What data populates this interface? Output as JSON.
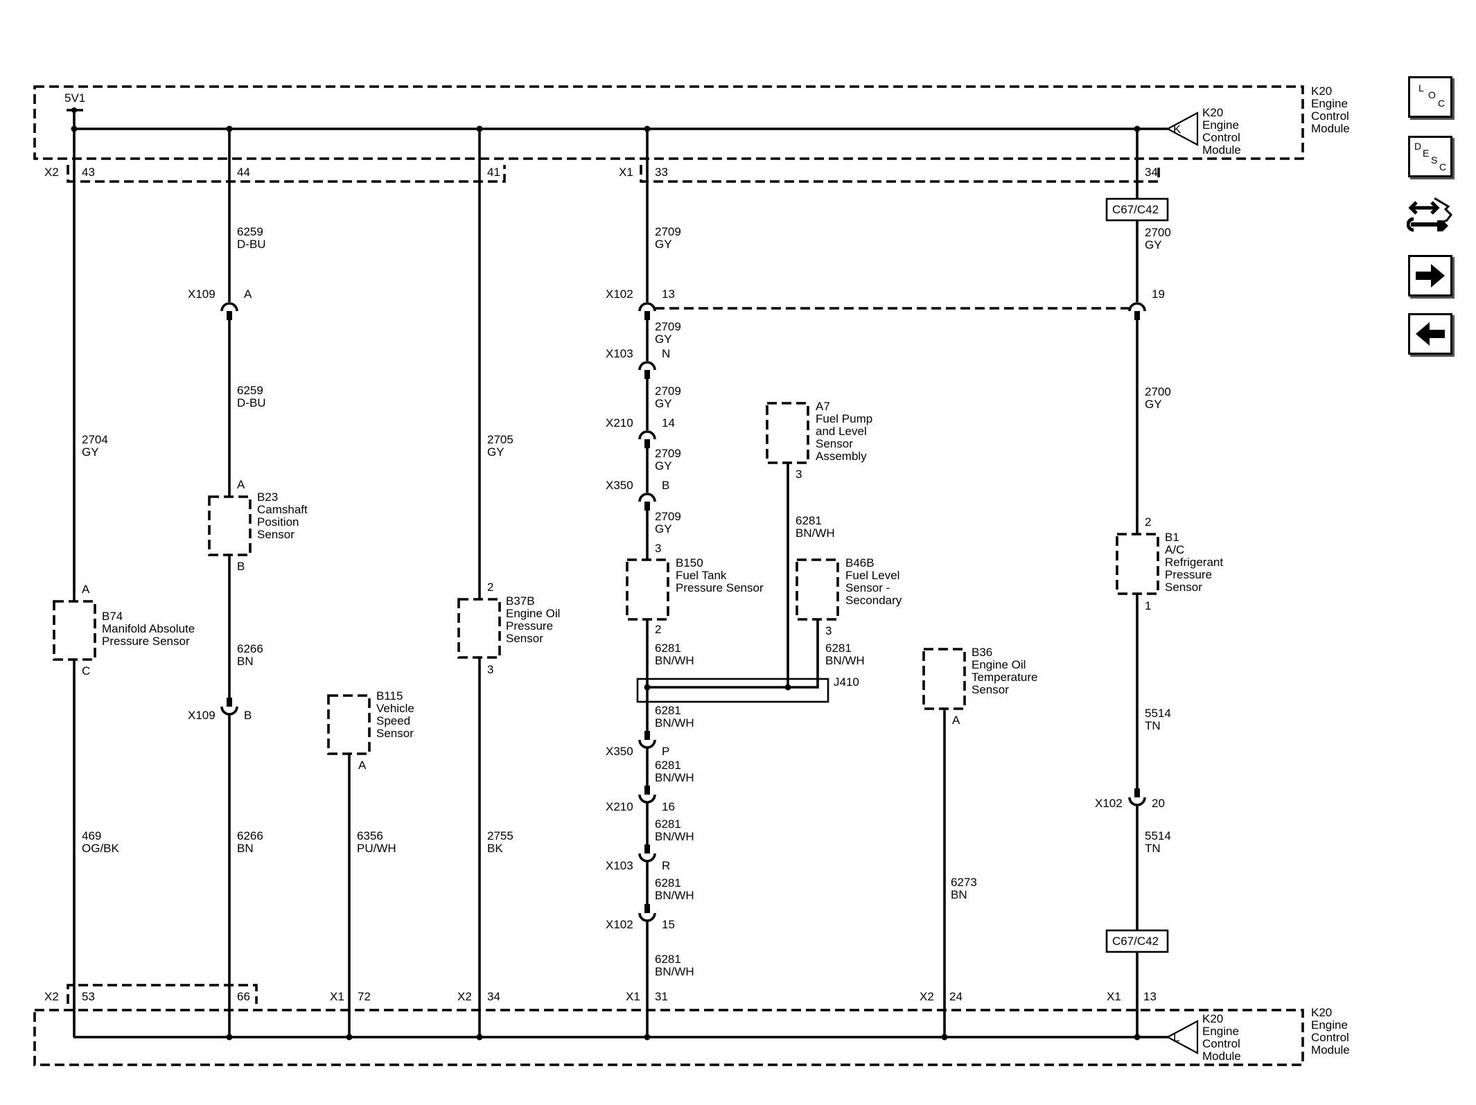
{
  "module": {
    "top_label": [
      "K20",
      "Engine",
      "Control",
      "Module"
    ],
    "bottom_label": [
      "K20",
      "Engine",
      "Control",
      "Module"
    ],
    "top_arrow": "K",
    "bottom_arrow": "L",
    "top_arrow_label": [
      "K20",
      "Engine",
      "Control",
      "Module"
    ],
    "bottom_arrow_label": [
      "K20",
      "Engine",
      "Control",
      "Module"
    ],
    "ref_voltage": "5V1",
    "top_pins": [
      {
        "connector": "X2",
        "pin": "43"
      },
      {
        "connector": "",
        "pin": "44"
      },
      {
        "connector": "",
        "pin": "41"
      },
      {
        "connector": "X1",
        "pin": "33"
      },
      {
        "connector": "",
        "pin": "34"
      }
    ],
    "bottom_pins": [
      {
        "connector": "X2",
        "pin": "53"
      },
      {
        "connector": "",
        "pin": "66"
      },
      {
        "connector": "X1",
        "pin": "72"
      },
      {
        "connector": "X2",
        "pin": "34"
      },
      {
        "connector": "X1",
        "pin": "31"
      },
      {
        "connector": "X2",
        "pin": "24"
      },
      {
        "connector": "X1",
        "pin": "13"
      }
    ]
  },
  "components": [
    {
      "id": "B74",
      "lines": [
        "B74",
        "Manifold Absolute",
        "Pressure Sensor"
      ],
      "pin_top": "A",
      "pin_bottom": "C"
    },
    {
      "id": "B23",
      "lines": [
        "B23",
        "Camshaft",
        "Position",
        "Sensor"
      ],
      "pin_top": "A",
      "pin_bottom": "B"
    },
    {
      "id": "B115",
      "lines": [
        "B115",
        "Vehicle",
        "Speed",
        "Sensor"
      ],
      "pin_bottom": "A"
    },
    {
      "id": "B37B",
      "lines": [
        "B37B",
        "Engine Oil",
        "Pressure",
        "Sensor"
      ],
      "pin_top": "2",
      "pin_bottom": "3"
    },
    {
      "id": "B150",
      "lines": [
        "B150",
        "Fuel Tank",
        "Pressure Sensor"
      ],
      "pin_top": "3",
      "pin_bottom": "2"
    },
    {
      "id": "A7",
      "lines": [
        "A7",
        "Fuel Pump",
        "and Level",
        "Sensor",
        "Assembly"
      ],
      "pin_bottom": "3"
    },
    {
      "id": "B46B",
      "lines": [
        "B46B",
        "Fuel Level",
        "Sensor -",
        "Secondary"
      ],
      "pin_bottom": "3"
    },
    {
      "id": "B36",
      "lines": [
        "B36",
        "Engine Oil",
        "Temperature",
        "Sensor"
      ],
      "pin_bottom": "A"
    },
    {
      "id": "B1",
      "lines": [
        "B1",
        "A/C",
        "Refrigerant",
        "Pressure",
        "Sensor"
      ],
      "pin_top": "2",
      "pin_bottom": "1"
    }
  ],
  "wires": [
    {
      "circuit": "2704",
      "color": "GY"
    },
    {
      "circuit": "469",
      "color": "OG/BK"
    },
    {
      "circuit": "6259",
      "color": "D-BU"
    },
    {
      "circuit": "6259",
      "color": "D-BU"
    },
    {
      "circuit": "6266",
      "color": "BN"
    },
    {
      "circuit": "6266",
      "color": "BN"
    },
    {
      "circuit": "6356",
      "color": "PU/WH"
    },
    {
      "circuit": "2705",
      "color": "GY"
    },
    {
      "circuit": "2755",
      "color": "BK"
    },
    {
      "circuit": "2709",
      "color": "GY"
    },
    {
      "circuit": "2709",
      "color": "GY"
    },
    {
      "circuit": "2709",
      "color": "GY"
    },
    {
      "circuit": "2709",
      "color": "GY"
    },
    {
      "circuit": "2709",
      "color": "GY"
    },
    {
      "circuit": "6281",
      "color": "BN/WH"
    },
    {
      "circuit": "6281",
      "color": "BN/WH"
    },
    {
      "circuit": "6281",
      "color": "BN/WH"
    },
    {
      "circuit": "6281",
      "color": "BN/WH"
    },
    {
      "circuit": "6281",
      "color": "BN/WH"
    },
    {
      "circuit": "6281",
      "color": "BN/WH"
    },
    {
      "circuit": "6281",
      "color": "BN/WH"
    },
    {
      "circuit": "6281",
      "color": "BN/WH"
    },
    {
      "circuit": "6273",
      "color": "BN"
    },
    {
      "circuit": "2700",
      "color": "GY"
    },
    {
      "circuit": "2700",
      "color": "GY"
    },
    {
      "circuit": "5514",
      "color": "TN"
    },
    {
      "circuit": "5514",
      "color": "TN"
    }
  ],
  "connectors": [
    {
      "name": "X109",
      "pin": "A"
    },
    {
      "name": "X109",
      "pin": "B"
    },
    {
      "name": "X102",
      "pin": "13"
    },
    {
      "name": "X102",
      "pin": "19"
    },
    {
      "name": "X103",
      "pin": "N"
    },
    {
      "name": "X210",
      "pin": "14"
    },
    {
      "name": "X350",
      "pin": "B"
    },
    {
      "name": "X350",
      "pin": "P"
    },
    {
      "name": "X210",
      "pin": "16"
    },
    {
      "name": "X103",
      "pin": "R"
    },
    {
      "name": "X102",
      "pin": "15"
    },
    {
      "name": "X102",
      "pin": "20"
    }
  ],
  "splice": "J410",
  "inline_labels": [
    "C67/C42",
    "C67/C42"
  ],
  "nav": {
    "loc": [
      "L",
      "O",
      "C"
    ],
    "desc": [
      "D",
      "E",
      "S",
      "C"
    ]
  }
}
